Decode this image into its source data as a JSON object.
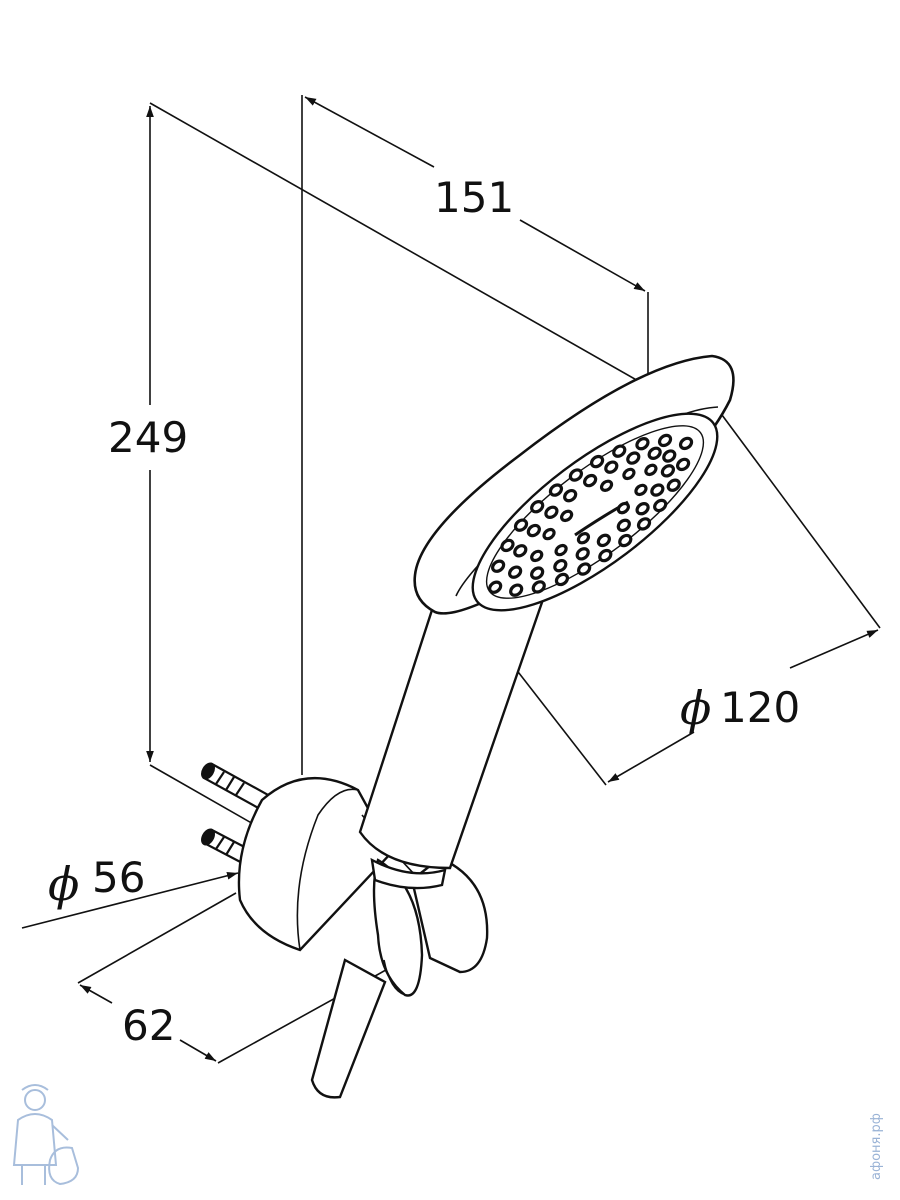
{
  "dimensions": {
    "height": "249",
    "width": "151",
    "head_diameter": "120",
    "mount_diameter": "56",
    "mount_depth": "62"
  },
  "diameter_symbol": "ϕ",
  "watermark": {
    "text": "афоня.рф"
  },
  "colors": {
    "line": "#111111",
    "watermark": "#9ab3d6"
  }
}
